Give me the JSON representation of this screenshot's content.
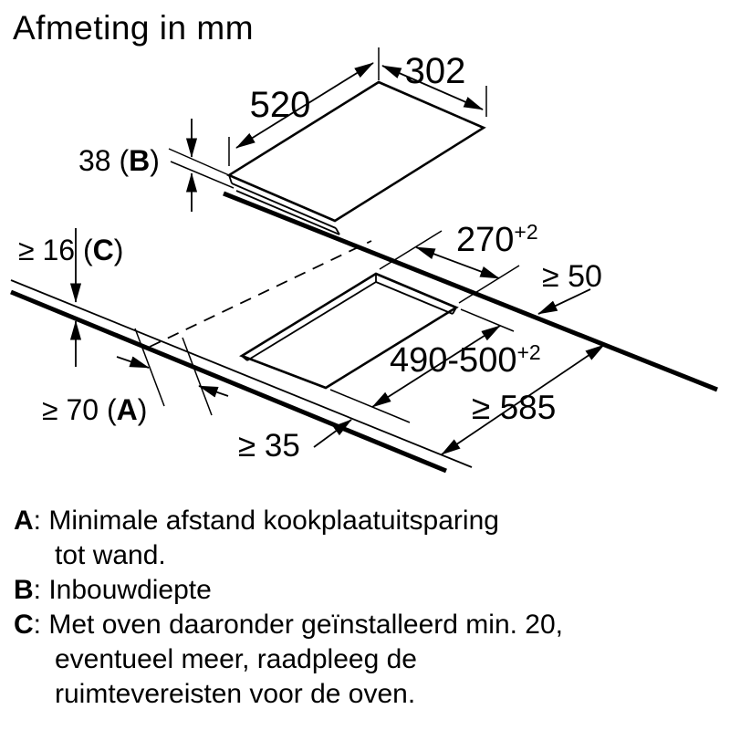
{
  "title": "Afmeting in mm",
  "dimensions": {
    "top_width": "302",
    "top_depth": "520",
    "hob_height_prefix": "38 (",
    "hob_height_letter": "B",
    "hob_height_suffix": ")",
    "worktop_thickness_prefix": "≥ 16 (",
    "worktop_thickness_letter": "C",
    "worktop_thickness_suffix": ")",
    "cutout_width": "270",
    "cutout_width_tolerance": "+2",
    "rear_clearance": "≥ 50",
    "cutout_depth": "490-500",
    "cutout_depth_tolerance": "+2",
    "worktop_depth": "≥ 585",
    "front_clearance": "≥ 35",
    "side_clearance_prefix": "≥ 70 (",
    "side_clearance_letter": "A",
    "side_clearance_suffix": ")"
  },
  "legend": [
    {
      "letter": "A",
      "sep": ": ",
      "text": "Minimale afstand kookplaatuitsparing\ntot wand."
    },
    {
      "letter": "B",
      "sep": ": ",
      "text": "Inbouwdiepte"
    },
    {
      "letter": "C",
      "sep": ": ",
      "text": "Met oven daaronder geïnstalleerd min. 20,\neventueel meer, raadpleeg de\nruimtevereisten voor de oven."
    }
  ],
  "colors": {
    "line": "#000000",
    "background": "#ffffff"
  }
}
